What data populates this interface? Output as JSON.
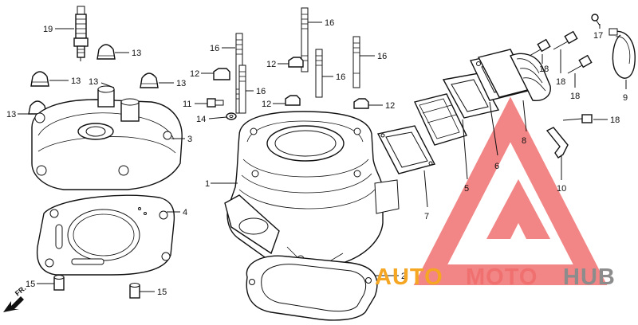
{
  "diagram": {
    "labels": {
      "l1": "1",
      "l2": "2",
      "l3": "3",
      "l4": "4",
      "l5": "5",
      "l6": "6",
      "l7": "7",
      "l8": "8",
      "l9": "9",
      "l10": "10",
      "l11": "11",
      "l12a": "12",
      "l12b": "12",
      "l12c": "12",
      "l12d": "12",
      "l13a": "13",
      "l13b": "13",
      "l13c": "13",
      "l13d": "13",
      "l13e": "13",
      "l14": "14",
      "l15a": "15",
      "l15b": "15",
      "l16a": "16",
      "l16b": "16",
      "l16c": "16",
      "l16d": "16",
      "l16e": "16",
      "l17": "17",
      "l18a": "18",
      "l18b": "18",
      "l18c": "18",
      "l18d": "18",
      "l19": "19"
    },
    "direction_marker": "FR.",
    "watermark": {
      "part1": "AUTO",
      "part2": "MOTO",
      "part3": "HUB",
      "color_orange": "#f5a623",
      "color_red": "#f05050",
      "color_grey": "#8c8c8c"
    }
  }
}
